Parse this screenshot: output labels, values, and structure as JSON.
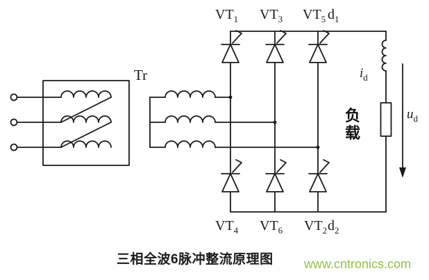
{
  "labels": {
    "transformer": "Tr",
    "top_row": [
      {
        "main": "VT",
        "sub": "1"
      },
      {
        "main": "VT",
        "sub": "3"
      },
      {
        "main": "VT",
        "sub": "5"
      },
      {
        "main": "d",
        "sub": "1"
      }
    ],
    "bottom_row": [
      {
        "main": "VT",
        "sub": "4"
      },
      {
        "main": "VT",
        "sub": "6"
      },
      {
        "main": "VT",
        "sub": "2"
      },
      {
        "main": "d",
        "sub": "2"
      }
    ],
    "current": {
      "main": "i",
      "sub": "d"
    },
    "voltage": {
      "main": "u",
      "sub": "d"
    },
    "load": "负载"
  },
  "caption": "三相全波6脉冲整流原理图",
  "watermark": "www.cntronics.com",
  "colors": {
    "line": "#1a1a1a",
    "caption": "#1a1a1a",
    "watermark": "#8dc63f",
    "background": "#ffffff"
  }
}
